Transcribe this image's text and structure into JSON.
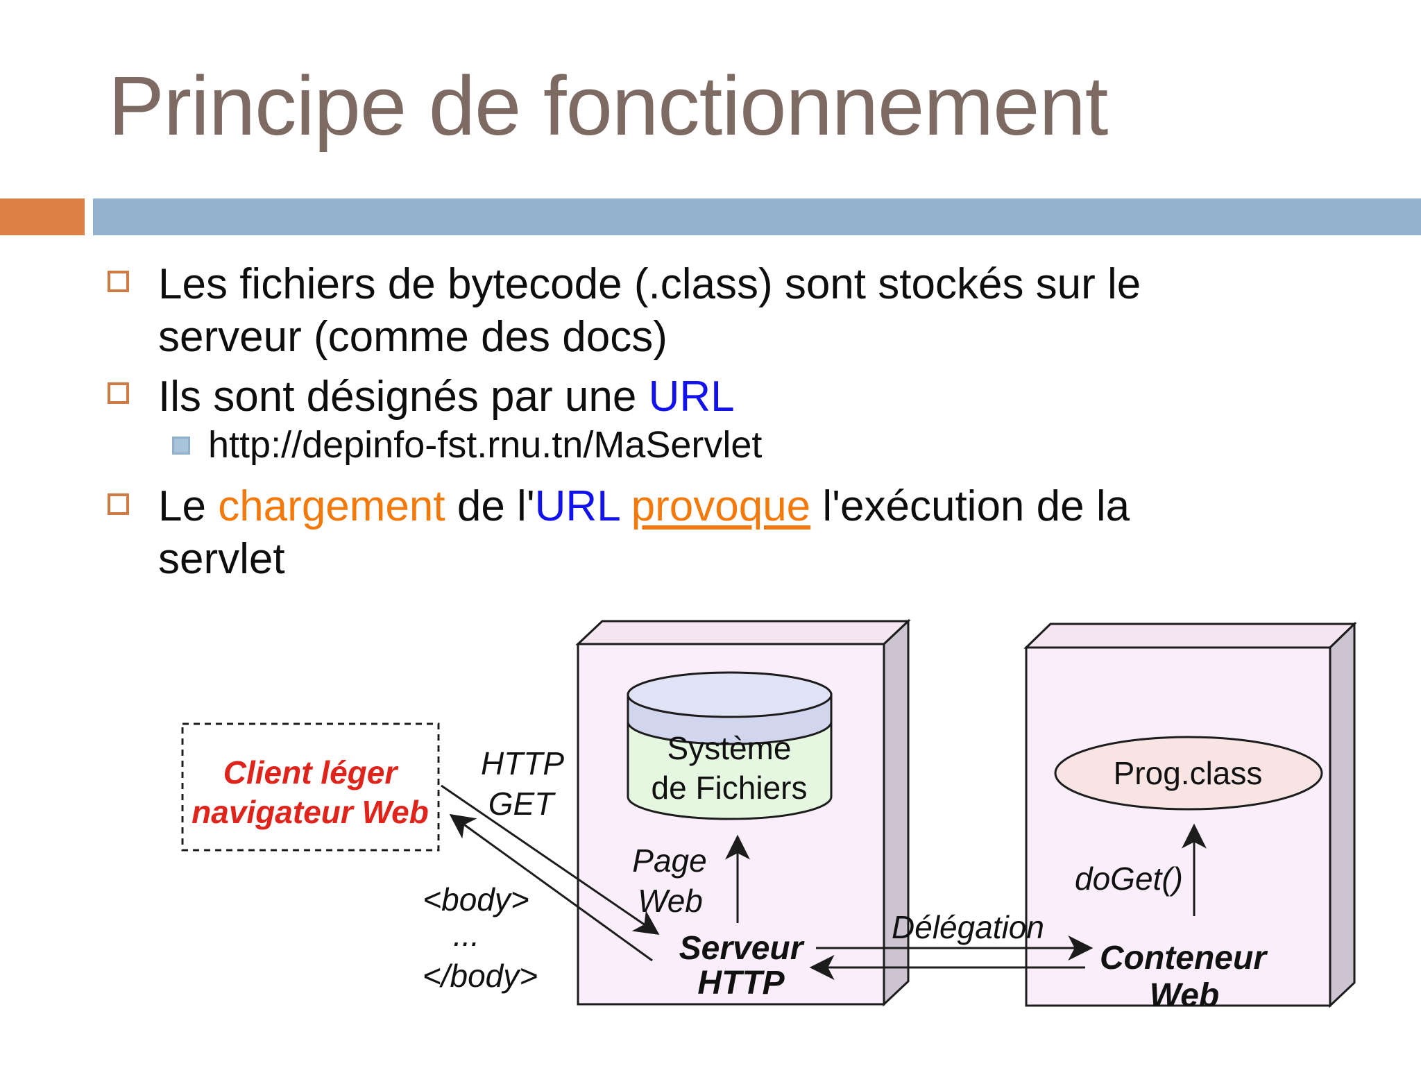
{
  "slide": {
    "title": "Principe de fonctionnement",
    "colors": {
      "title": "#7d6a62",
      "accent_orange": "#dd8046",
      "accent_blue_bar": "#93b2d0",
      "highlight_orange": "#f2790a",
      "highlight_blue": "#1212ee",
      "client_red": "#df241c",
      "box_front": "#f9eef9",
      "box_top": "#f5e6f2",
      "box_side": "#cdc4d1",
      "cylinder_top": "#e0e2f5",
      "cylinder_band": "#d2d5ee",
      "cylinder_body": "#e5f7e1",
      "prog_ellipse": "#f7e4e3"
    }
  },
  "bullets": {
    "b1_line1": "Les fichiers de bytecode (.class) sont stockés sur le",
    "b1_line2": "serveur (comme des docs)",
    "b2_seg1": "Ils sont désignés par une ",
    "b2_url": "URL",
    "sub1": "http://depinfo-fst.rnu.tn/MaServlet",
    "b3_seg1": "Le ",
    "b3_chargement": "chargement",
    "b3_seg2": " de l'",
    "b3_url": "URL",
    "b3_space": " ",
    "b3_provoque": "provoque",
    "b3_seg3": " l'exécution de la",
    "b3_line2": "servlet"
  },
  "diagram": {
    "client_line1": "Client léger",
    "client_line2": "navigateur Web",
    "http_get_line1": "HTTP",
    "http_get_line2": "GET",
    "body_open": "<body>",
    "body_dots": "...",
    "body_close": "</body>",
    "page_line1": "Page",
    "page_line2": "Web",
    "filesystem_line1": "Système",
    "filesystem_line2": "de Fichiers",
    "server_line1": "Serveur",
    "server_line2": "HTTP",
    "delegation": "Délégation",
    "doget": "doGet()",
    "prog_class": "Prog.class",
    "container_line1": "Conteneur",
    "container_line2": "Web"
  }
}
